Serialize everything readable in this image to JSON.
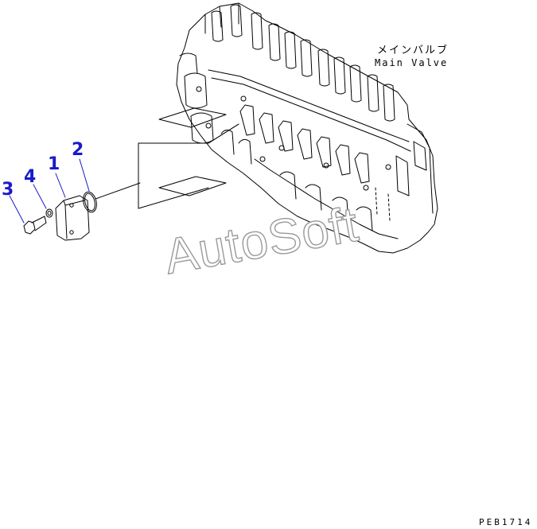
{
  "labels": {
    "main_valve_jp": "メインバルブ",
    "main_valve_en": "Main Valve",
    "drawing_code": "PEB1714",
    "watermark": "AutoSoft"
  },
  "callouts": [
    {
      "number": "1",
      "part": "cover"
    },
    {
      "number": "2",
      "part": "o-ring"
    },
    {
      "number": "3",
      "part": "bolt"
    },
    {
      "number": "4",
      "part": "washer"
    }
  ],
  "colors": {
    "callout": "#1a1acc",
    "line": "#000000",
    "watermark_stroke": "#9a9a9a"
  }
}
